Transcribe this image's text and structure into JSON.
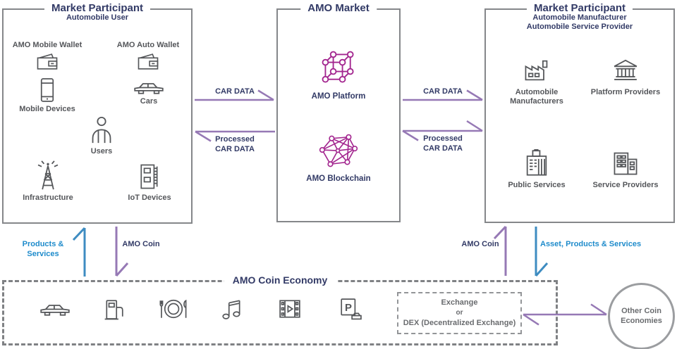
{
  "colors": {
    "navy": "#323A66",
    "blue_label": "#1E8BCB",
    "blue_arrow": "#3E8CC1",
    "purple_arrow": "#9679B5",
    "magenta_icon": "#A3268F",
    "icon_gray": "#55575A",
    "border_gray": "#85878A"
  },
  "left_box": {
    "title": "Market Participant",
    "subtitle": "Automobile User",
    "items": [
      {
        "label": "AMO Mobile Wallet",
        "icon": "wallet-icon"
      },
      {
        "label": "AMO Auto Wallet",
        "icon": "wallet-icon"
      },
      {
        "label": "Mobile Devices",
        "icon": "smartphone-icon"
      },
      {
        "label": "Cars",
        "icon": "car-icon"
      },
      {
        "label": "Users",
        "icon": "person-icon"
      },
      {
        "label": "Infrastructure",
        "icon": "signal-tower-icon"
      },
      {
        "label": "IoT Devices",
        "icon": "circuit-board-icon"
      }
    ]
  },
  "center_box": {
    "title": "AMO Market",
    "items": [
      {
        "label": "AMO Platform",
        "icon": "cube-network-icon"
      },
      {
        "label": "AMO Blockchain",
        "icon": "mesh-network-icon"
      }
    ]
  },
  "right_box": {
    "title": "Market Participant",
    "subtitle1": "Automobile Manufacturer",
    "subtitle2": "Automobile Service Provider",
    "items": [
      {
        "label": "Automobile Manufacturers",
        "icon": "factory-icon"
      },
      {
        "label": "Platform Providers",
        "icon": "bank-icon"
      },
      {
        "label": "Public Services",
        "icon": "government-building-icon"
      },
      {
        "label": "Service Providers",
        "icon": "office-buildings-icon"
      }
    ]
  },
  "flows": {
    "car_data_left": "CAR DATA",
    "processed_left_1": "Processed",
    "processed_left_2": "CAR DATA",
    "car_data_right": "CAR DATA",
    "processed_right_1": "Processed",
    "processed_right_2": "CAR DATA",
    "products_services": "Products & Services",
    "amo_coin_left": "AMO Coin",
    "amo_coin_right": "AMO Coin",
    "asset_products_services": "Asset, Products & Services"
  },
  "economy": {
    "title": "AMO Coin Economy",
    "icons": [
      "car-icon",
      "fuel-pump-icon",
      "dining-icon",
      "music-icon",
      "video-icon",
      "parking-icon"
    ],
    "parking_letter": "P",
    "exchange": {
      "line1": "Exchange",
      "line2": "or",
      "line3": "DEX (Decentralized Exchange)"
    }
  },
  "other_circle": {
    "label": "Other Coin Economies"
  }
}
